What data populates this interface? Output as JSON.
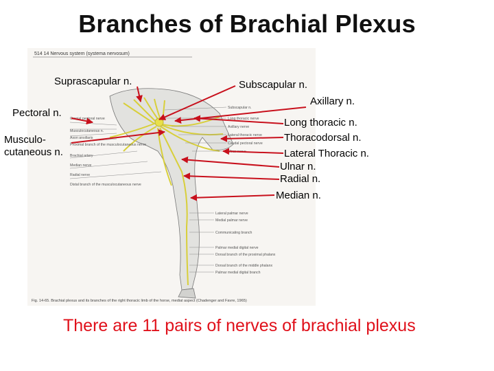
{
  "title": "Branches of Brachial Plexus",
  "figure": {
    "header": "514  14  Nervous system (systema nervosum)",
    "caption": "Fig. 14-65. Brachial plexus and its branches of the right thoracic limb of the horse, medial aspect (Chadenger and Favre, 1965)",
    "left_labels": [
      "Cranial pectoral nerve",
      "Musculocutaneous n.",
      "Axon ansillaris",
      "Proximal branch of the musculocutaneous nerve",
      "Brachial artery",
      "Median nerve",
      "Radial nerve",
      "Distal branch of the musculocutaneous nerve"
    ],
    "right_labels": [
      "Subscapular n.",
      "Long thoracic nerve",
      "Axillary nerve",
      "Lateral thoracic nerve",
      "Caudal pectoral nerve",
      "Ulnar nerve"
    ],
    "lower_labels": [
      "Lateral palmar nerve",
      "Medial palmar nerve",
      "Communicating branch",
      "Palmar medial digital nerve",
      "Dorsal branch of the proximal phalanx",
      "Dorsal branch of the middle phalanx",
      "Palmar medial digital branch"
    ]
  },
  "labels": {
    "suprascapular": "Suprascapular n.",
    "pectoral": "Pectoral n.",
    "musculo_line1": "Musculo-",
    "musculo_line2": "cutaneous n.",
    "subscapular": "Subscapular n.",
    "axillary": "Axillary n.",
    "long_thoracic": "Long thoracic n.",
    "thoracodorsal": "Thoracodorsal n.",
    "lateral_thoracic": "Lateral Thoracic n.",
    "ulnar": "Ulnar n.",
    "radial": "Radial n.",
    "median": "Median n."
  },
  "footer": "There are 11 pairs of nerves of brachial plexus",
  "colors": {
    "arrow": "#c8101c",
    "footer": "#e0101a",
    "nerve": "#e8e04a"
  }
}
